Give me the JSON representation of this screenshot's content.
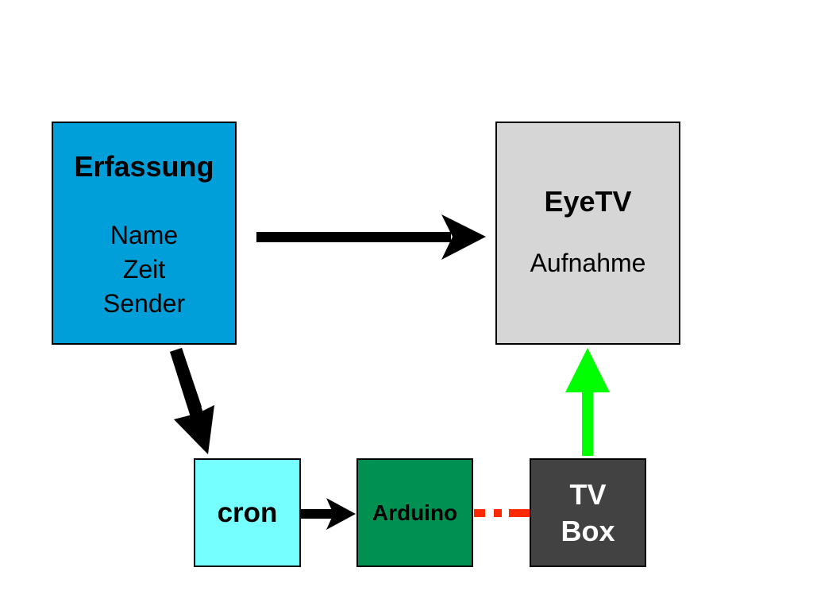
{
  "diagram": {
    "nodes": [
      {
        "id": "erfassung",
        "title": "Erfassung",
        "lines": [
          "Name",
          "Zeit",
          "Sender"
        ],
        "fill": "#009fd9",
        "text_color": "#000000"
      },
      {
        "id": "eyetv",
        "title": "EyeTV",
        "subtitle": "Aufnahme",
        "fill": "#d6d6d6",
        "text_color": "#000000"
      },
      {
        "id": "cron",
        "title": "cron",
        "fill": "#75ffff",
        "text_color": "#000000"
      },
      {
        "id": "arduino",
        "title": "Arduino",
        "fill": "#009051",
        "text_color": "#000000"
      },
      {
        "id": "tvbox",
        "title_lines": [
          "TV",
          "Box"
        ],
        "fill": "#424242",
        "text_color": "#ffffff"
      }
    ],
    "edges": [
      {
        "from": "erfassung",
        "to": "eyetv",
        "style": "solid-arrow",
        "color": "#000000"
      },
      {
        "from": "erfassung",
        "to": "cron",
        "style": "solid-arrow",
        "color": "#000000"
      },
      {
        "from": "cron",
        "to": "arduino",
        "style": "solid-arrow",
        "color": "#000000"
      },
      {
        "from": "arduino",
        "to": "tvbox",
        "style": "dashed-line",
        "color": "#ff2a00"
      },
      {
        "from": "tvbox",
        "to": "eyetv",
        "style": "solid-arrow",
        "color": "#00ff00"
      }
    ]
  }
}
